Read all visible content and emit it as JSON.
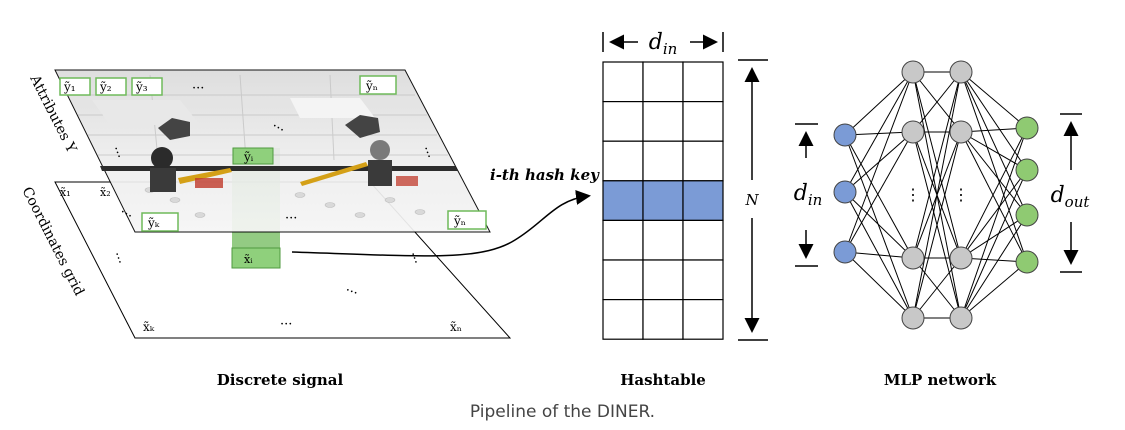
{
  "discrete_signal": {
    "panel_label": "Discrete signal",
    "attributes_label": "Attributes Y",
    "coordinates_label": "Coordinates grid",
    "attr_tags": [
      "ỹ₁",
      "ỹ₂",
      "ỹ₃",
      "ỹₙ",
      "ỹₖ",
      "ỹₙ",
      "ỹᵢ"
    ],
    "coord_tags": [
      "x̃₁",
      "x̃₂",
      "x̃ₖ",
      "x̃ₙ",
      "x̃ᵢ"
    ],
    "ellipsis": "···",
    "colors": {
      "green": "#6fba5a",
      "green_dark": "#4f9a3f"
    }
  },
  "arrow_label": "i-th hash key",
  "hashtable": {
    "label": "Hashtable",
    "width_label": "d_in",
    "height_label": "N",
    "rows": 7,
    "cols": 3,
    "highlight_row": 3,
    "colors": {
      "highlight": "#7b9bd6"
    }
  },
  "mlp": {
    "label": "MLP network",
    "input_label": "d_in",
    "output_label": "d_out",
    "colors": {
      "input": "#7b9bd6",
      "hidden": "#c8c8c8",
      "output": "#8fca72"
    }
  },
  "caption": "Pipeline of the DINER."
}
